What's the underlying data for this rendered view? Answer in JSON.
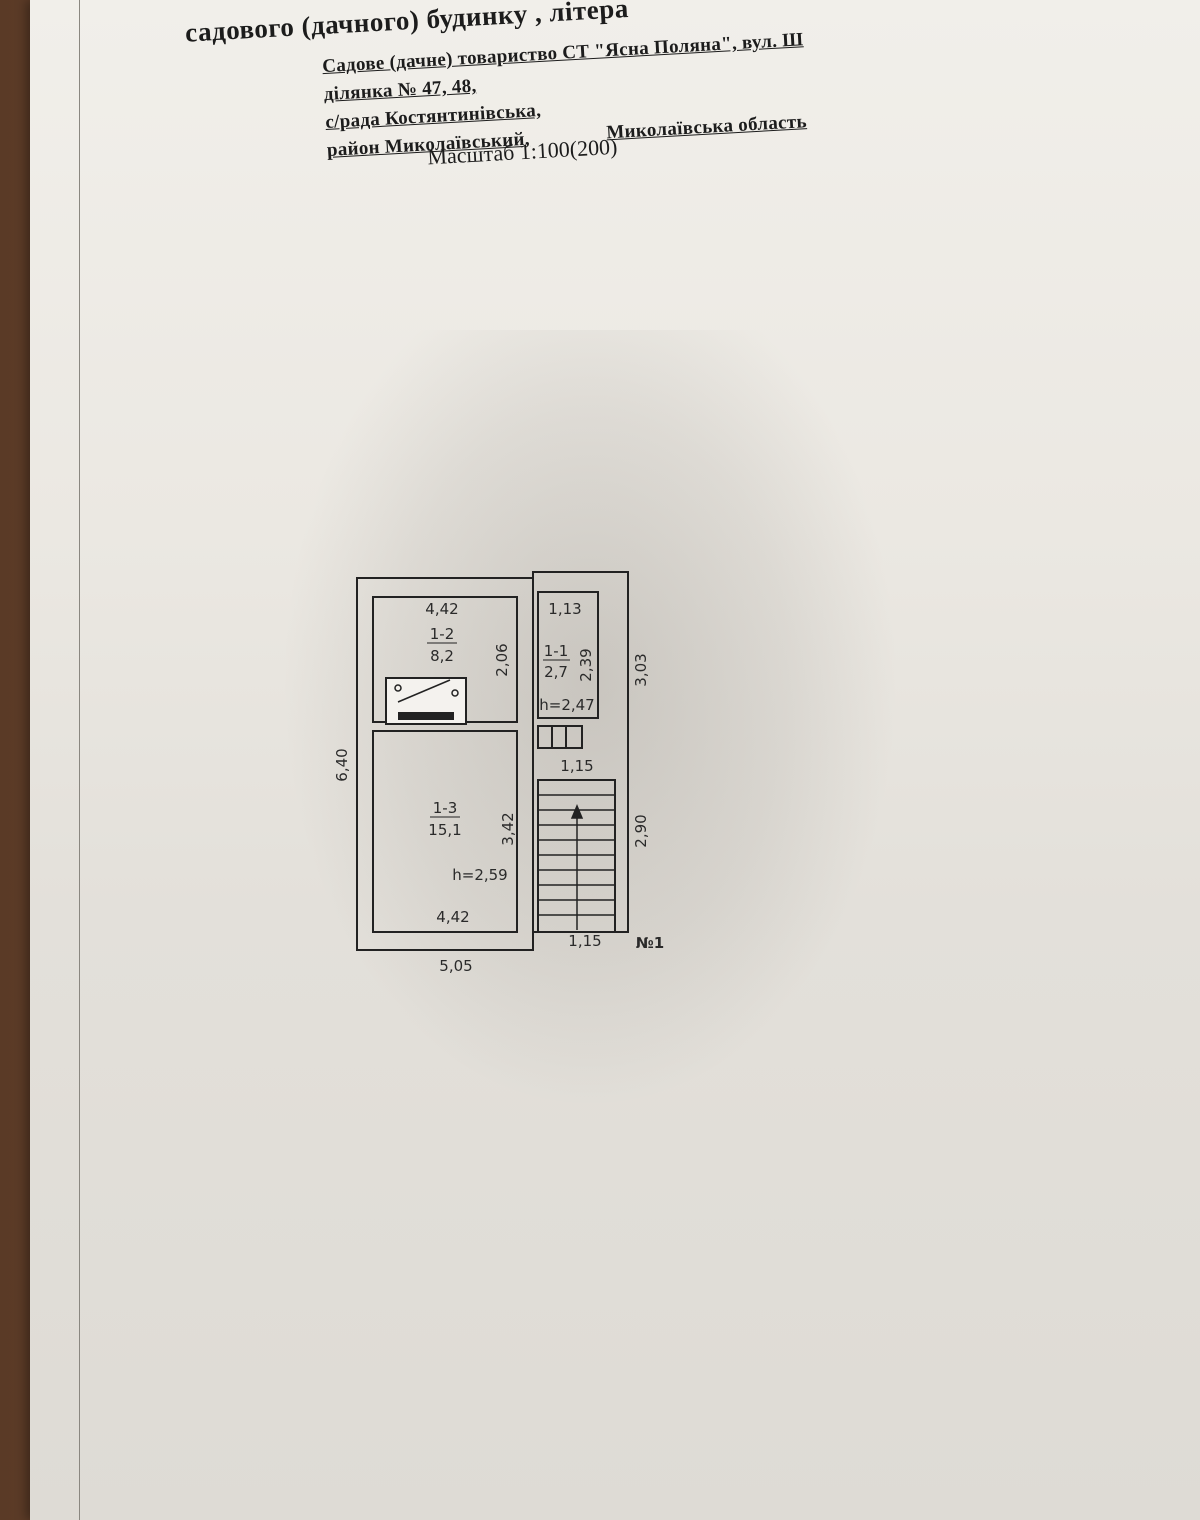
{
  "document": {
    "title": "садового (дачного) будинку , літера",
    "lines": [
      "Садове (дачне) товариство СТ \"Ясна Поляна\", вул. Ш",
      "ділянка № 47, 48,",
      "с/рада Костянтинівська,",
      "район Миколаївський,",
      "Миколаївська область"
    ],
    "scale": "Масштаб 1:100(200)"
  },
  "plan": {
    "room_1_2": {
      "width": "4,42",
      "number": "1-2",
      "area": "8,2",
      "length": "2,06"
    },
    "room_1_1": {
      "width": "1,13",
      "number": "1-1",
      "area": "2,7",
      "length": "2,39",
      "height": "h=2,47"
    },
    "room_1_3": {
      "number": "1-3",
      "area": "15,1",
      "length": "3,42",
      "height": "h=2,59",
      "width": "4,42"
    },
    "outer_height": "6,40",
    "outer_width": "5,05",
    "porch": {
      "top_width": "1,15",
      "bottom_width": "1,15",
      "right_upper": "3,03",
      "right_lower": "2,90"
    },
    "plan_label": "№1"
  }
}
